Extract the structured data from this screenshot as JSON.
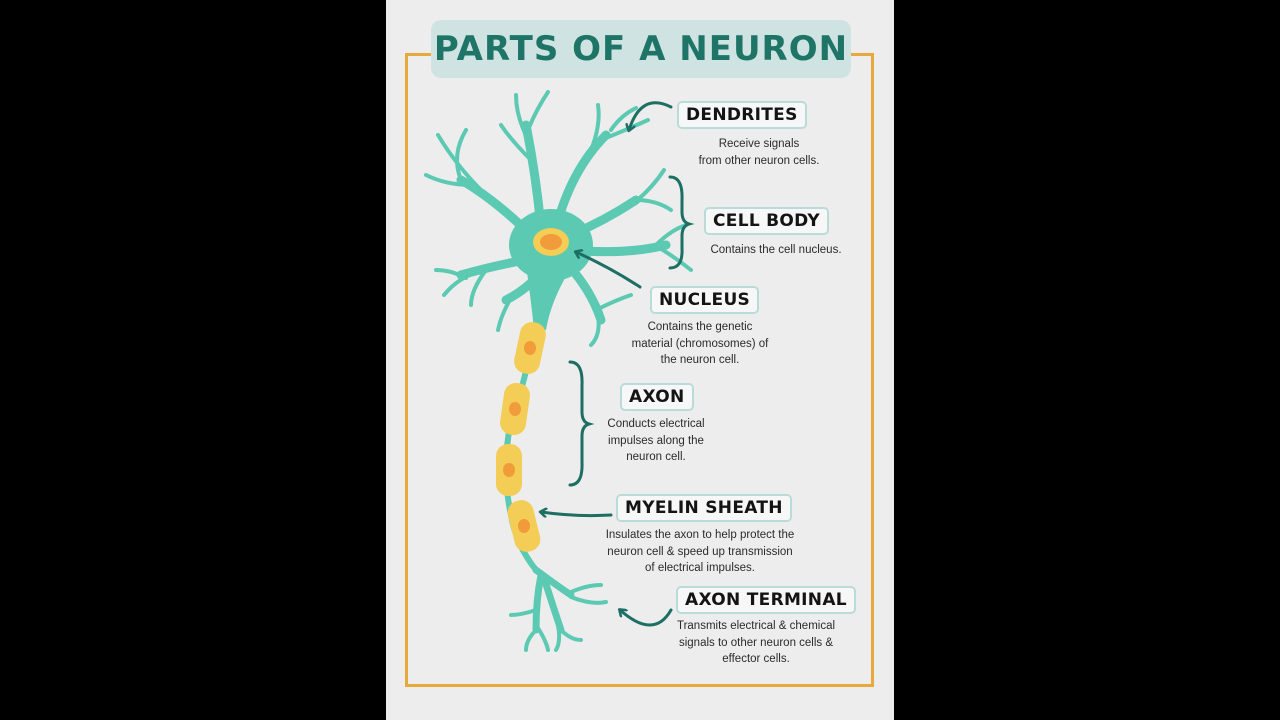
{
  "title": "PARTS OF A NEURON",
  "colors": {
    "background": "#ededee",
    "border": "#e7a93b",
    "title_box": "#cfe3e2",
    "title_text": "#1f7468",
    "neuron": "#5cc9b2",
    "myelin": "#f3cd55",
    "nucleus": "#f19b3b",
    "arrows": "#1d6e63"
  },
  "parts": {
    "dendrites": {
      "label": "DENDRITES",
      "lines": [
        "Receive signals",
        "from other neuron cells."
      ]
    },
    "cell_body": {
      "label": "CELL BODY",
      "lines": [
        "Contains the cell nucleus."
      ]
    },
    "nucleus": {
      "label": "NUCLEUS",
      "lines": [
        "Contains the genetic",
        "material (chromosomes) of",
        "the neuron cell."
      ]
    },
    "axon": {
      "label": "AXON",
      "lines": [
        "Conducts electrical",
        "impulses along the",
        "neuron cell."
      ]
    },
    "myelin_sheath": {
      "label": "MYELIN SHEATH",
      "lines": [
        "Insulates the axon to help protect the",
        "neuron cell & speed up transmission",
        "of electrical impulses."
      ]
    },
    "axon_terminal": {
      "label": "AXON TERMINAL",
      "lines": [
        "Transmits electrical & chemical",
        "signals to other neuron cells &",
        "effector cells."
      ]
    }
  }
}
